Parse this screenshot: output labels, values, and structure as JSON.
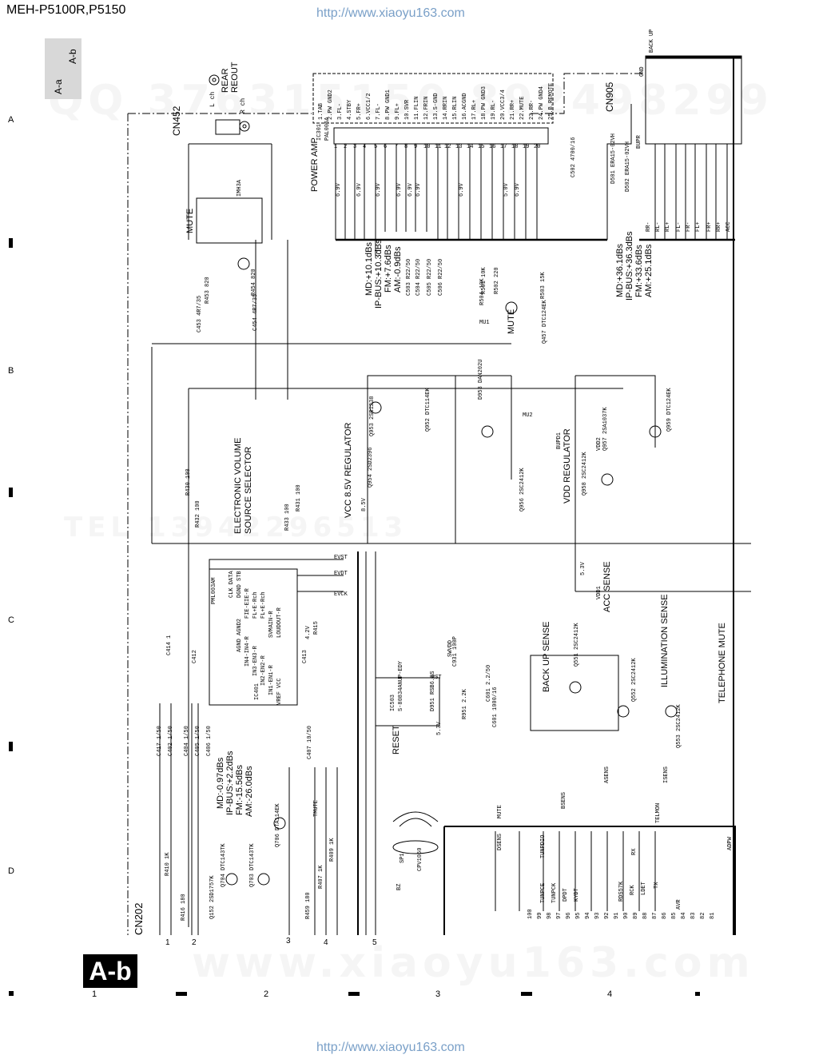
{
  "header": {
    "model": "MEH-P5100R,P5150",
    "url_top": "http://www.xiaoyu163.com",
    "url_bottom": "http://www.xiaoyu163.com",
    "tab_a": "A-a",
    "tab_b": "A-b",
    "logo": "A-b"
  },
  "watermarks": {
    "qq": "QQ 376315150  892498299",
    "tel": "TEL 13942296513",
    "site": "www.xiaoyu163.com"
  },
  "edges": {
    "rows": [
      "A",
      "B",
      "C",
      "D"
    ],
    "cols": [
      "1",
      "2",
      "3",
      "4"
    ]
  },
  "connectors": {
    "cn452": "CN452",
    "cn905": "CN905",
    "rear_reout": "REAR\nREOUT",
    "l_ch": "L ch",
    "r_ch": "R ch",
    "cn202": "CN202",
    "bus_numbers": [
      "1",
      "2",
      "3",
      "4",
      "5"
    ]
  },
  "blocks": {
    "power_amp": "POWER AMP",
    "mute1": "MUTE",
    "mute2": "MUTE",
    "evol": "ELECTRONIC VOLUME\nSOURCE SELECTOR",
    "vcc_reg": "VCC 8.5V REGULATOR",
    "vdd_reg": "VDD REGULATOR",
    "acc_sense": "ACC SENSE",
    "backup_sense": "BACK UP SENSE",
    "illum_sense": "ILLUMINATION SENSE",
    "tel_mute": "TELEPHONE MUTE",
    "reset": "RESET",
    "ic301": "IC301",
    "ic301_part": "PAL005A",
    "ic401": "IC401",
    "ic401_part": "PML003AM",
    "ic503": "IC503",
    "ic503_part": "S-80834ANUP-EDY",
    "q452": "IMH3A",
    "sp1": "SP1",
    "sp1_part": "CPV1050"
  },
  "levels": {
    "left": [
      "MD:+10.1dBs",
      "IP-BUS:+10.3dBs",
      "FM:+7.6dBs",
      "AM:-0.9dBs"
    ],
    "right": [
      "MD:+36.1dBs",
      "IP-BUS:+36.3dBs",
      "FM:+33.6dBs",
      "AM:+25.1dBs"
    ],
    "bottom": [
      "MD:-0.97dBs",
      "IP-BUS:+2.2dBs",
      "FM:-15.5dBs",
      "AM:-26.0dBs"
    ]
  },
  "ic301_pins": [
    "1.TAB",
    "2.PW GND2",
    "3.FL-",
    "4.STBY",
    "5.FR+",
    "6.VCC1/2",
    "7.FL-",
    "8.PW GND1",
    "9.FL+",
    "10.SVR",
    "11.FLIN",
    "12.FRIN",
    "13.S-GND",
    "14.RRIN",
    "15.RLIN",
    "16.ACGND",
    "17.RL+",
    "18.PW GND3",
    "19.RL-",
    "20.VCC3/4",
    "21.RR+",
    "22.MUTE",
    "23.RR-",
    "24.PW GND4",
    "25.B.REMOTE"
  ],
  "cn905_pins": [
    "BACK UP",
    "GND",
    "ACC",
    "FR+",
    "FR-",
    "FL+",
    "FL-",
    "RL+",
    "RL-",
    "RR+",
    "RR-"
  ],
  "pin_numbers": [
    "1",
    "2",
    "3",
    "4",
    "5",
    "6",
    "7",
    "8",
    "9",
    "10",
    "11",
    "12",
    "13",
    "14",
    "15",
    "16",
    "17",
    "18",
    "19",
    "20",
    "21",
    "22",
    "23",
    "24",
    "25"
  ],
  "voltages": [
    "6.9V",
    "6.9V",
    "6.9V",
    "6.9V",
    "6.9V",
    "6.9V",
    "6.9V",
    "5.0V",
    "6.9V",
    "8.5V",
    "5.3V",
    "5.3V",
    "4.2V"
  ],
  "parts": [
    "R453 820",
    "R454 820",
    "C453 4R7/35",
    "C454 4R7/35",
    "R430 100",
    "R432 100",
    "R431 100",
    "R433 100",
    "C503 R22/50",
    "C504 R22/50",
    "C505 R22/50",
    "C506 R22/50",
    "R501 10K",
    "R502 220",
    "R503 15K",
    "R504 10K",
    "C502 4700/16",
    "D501 ERA15-02VH",
    "D502 ERA15-02VH",
    "Q457 DTC124EK",
    "Q953 2SB1238",
    "Q952 DTC114EK",
    "Q954 2SD2396",
    "Q956 2SC2412K",
    "Q958 2SC2412K",
    "Q957 2SA1037K",
    "Q959 DTC124EK",
    "D953 DAN202U",
    "C931 100P",
    "R951 2.2K",
    "D951 RSB6.8S",
    "C601 1000/16",
    "Q551 2SC2412K",
    "Q553 2SC2412K",
    "Q552 2SC2412K",
    "Q706 DTA114EK",
    "Q703 DTC143TK",
    "Q704 DTC143TK",
    "Q152 2SD1757K",
    "R416 180",
    "R410 1K",
    "R459 180",
    "R407 1K",
    "R409 1K",
    "C417 1/50",
    "C402 1/50",
    "C404 1/50",
    "C405 1/50",
    "C406 1/50",
    "C407 10/50",
    "C414 1",
    "C412",
    "C413",
    "R415",
    "C601 2.2/50"
  ],
  "signals": [
    "EVST",
    "EVDT",
    "EVCK",
    "TMUTE",
    "MUTE",
    "BSENS",
    "ASENS",
    "ISENS",
    "DSENS",
    "TELMON",
    "TUNPCE",
    "TUNPCK",
    "TUNPDIO",
    "DPDT",
    "KYDT",
    "RDS57K",
    "RCK",
    "LDET",
    "TX",
    "RX",
    "AVR",
    "ADPW",
    "MU1",
    "MU2",
    "BUPR",
    "BUPD1",
    "VDD1",
    "VDD2",
    "SWVDD",
    "RST",
    "BZ"
  ],
  "ic401_pins": [
    "CLK DATA",
    "DGND STB",
    "FIE-EIE-R",
    "FL+E-Rch",
    "FL+E-Rch",
    "SVMAIN-R",
    "LOUDOUT-R",
    "AGND AGND2",
    "IN4-IN4-R",
    "IN3-EN3-R",
    "IN2-EN2-R",
    "IN1-EN1-R",
    "VREF VCC"
  ],
  "micro_pins": [
    "100",
    "99",
    "98",
    "97",
    "96",
    "95",
    "94",
    "93",
    "92",
    "91",
    "90",
    "89",
    "88",
    "87",
    "86",
    "85",
    "84",
    "83",
    "82",
    "81"
  ]
}
